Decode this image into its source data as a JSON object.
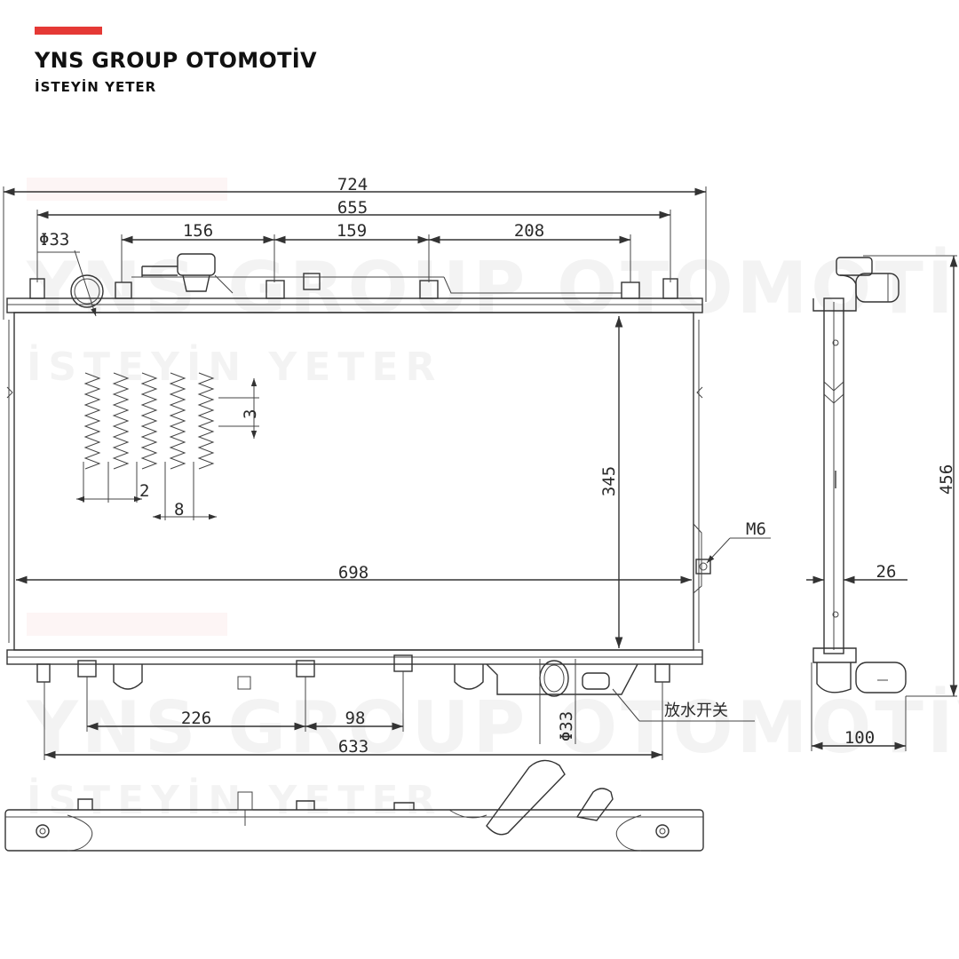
{
  "brand": {
    "name": "YNS GROUP OTOMOTİV",
    "slogan": "İSTEYİN YETER",
    "accent_color": "#e53935"
  },
  "watermark": {
    "line1": "YNS GROUP OTOMOTİV",
    "line2": "İSTEYİN YETER"
  },
  "dimensions": {
    "overall_width": "724",
    "core_span": "655",
    "top_left_offset": "156",
    "top_mid_offset": "159",
    "top_right_offset": "208",
    "inlet_diameter": "Φ33",
    "fin_pitch": "3",
    "fin_gap": "2",
    "tube_pitch": "8",
    "core_height": "345",
    "core_width": "698",
    "bolt_thread": "M6",
    "bottom_offset_left": "226",
    "bottom_offset_mid": "98",
    "bottom_span": "633",
    "outlet_diameter": "Φ33",
    "drain_valve": "放水开关",
    "side_height": "456",
    "side_thickness": "26",
    "side_depth": "100"
  }
}
